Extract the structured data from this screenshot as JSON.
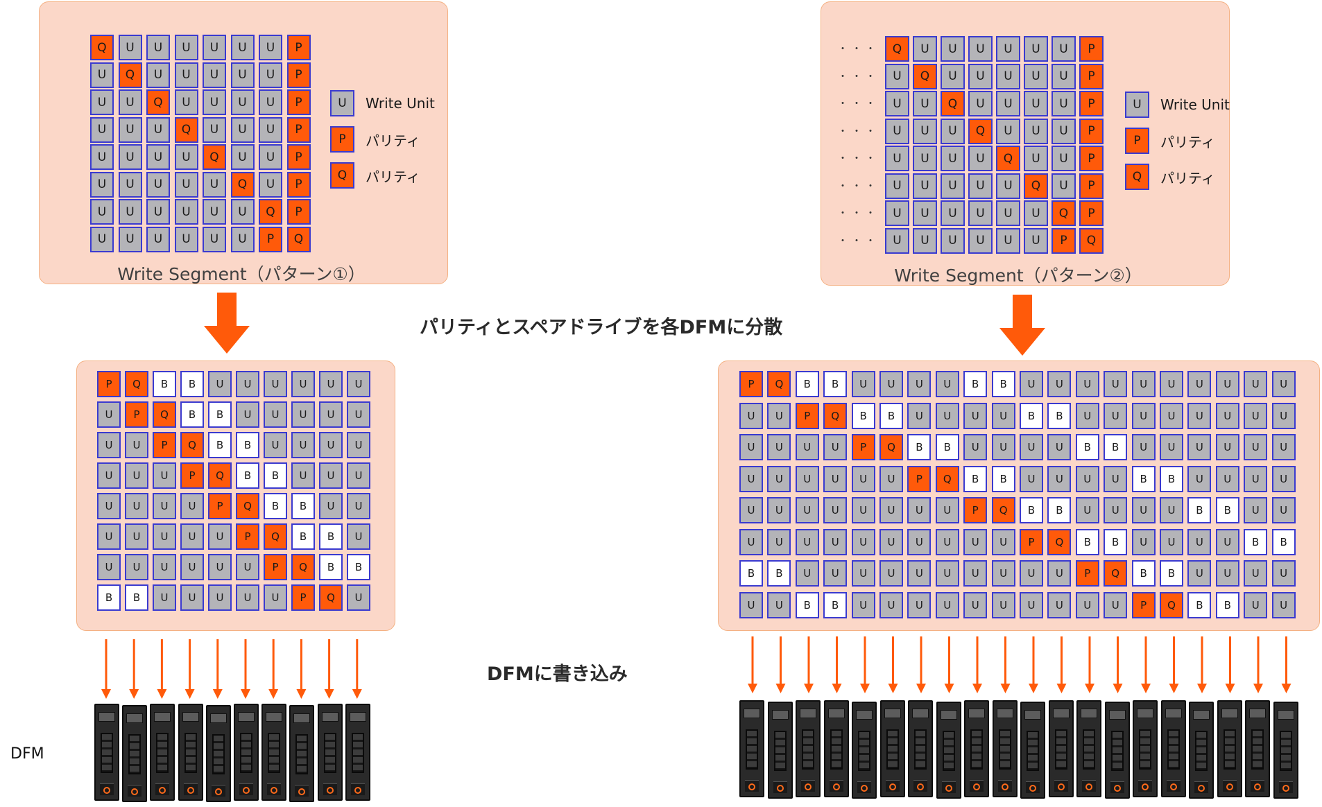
{
  "colors": {
    "panel_fill": "#fbd7c8",
    "panel_border": "#f4b183",
    "data_unit": "#b4b4b8",
    "parity": "#ff5a0a",
    "spare": "#ffffff",
    "cell_border": "#3a3ad0",
    "arrow": "#ff5a0a"
  },
  "legend": [
    {
      "code": "U",
      "label": "Write Unit"
    },
    {
      "code": "P",
      "label": "パリティ"
    },
    {
      "code": "Q",
      "label": "パリティ"
    }
  ],
  "pattern1": {
    "caption": "Write Segment（パターン①）",
    "rows": [
      [
        "Q",
        "U",
        "U",
        "U",
        "U",
        "U",
        "U",
        "P"
      ],
      [
        "U",
        "Q",
        "U",
        "U",
        "U",
        "U",
        "U",
        "P"
      ],
      [
        "U",
        "U",
        "Q",
        "U",
        "U",
        "U",
        "U",
        "P"
      ],
      [
        "U",
        "U",
        "U",
        "Q",
        "U",
        "U",
        "U",
        "P"
      ],
      [
        "U",
        "U",
        "U",
        "U",
        "Q",
        "U",
        "U",
        "P"
      ],
      [
        "U",
        "U",
        "U",
        "U",
        "U",
        "Q",
        "U",
        "P"
      ],
      [
        "U",
        "U",
        "U",
        "U",
        "U",
        "U",
        "Q",
        "P"
      ],
      [
        "U",
        "U",
        "U",
        "U",
        "U",
        "U",
        "P",
        "Q"
      ]
    ]
  },
  "pattern2": {
    "caption": "Write Segment（パターン②）",
    "ellipsis": "・・・",
    "rows": [
      [
        "Q",
        "U",
        "U",
        "U",
        "U",
        "U",
        "U",
        "P"
      ],
      [
        "U",
        "Q",
        "U",
        "U",
        "U",
        "U",
        "U",
        "P"
      ],
      [
        "U",
        "U",
        "Q",
        "U",
        "U",
        "U",
        "U",
        "P"
      ],
      [
        "U",
        "U",
        "U",
        "Q",
        "U",
        "U",
        "U",
        "P"
      ],
      [
        "U",
        "U",
        "U",
        "U",
        "Q",
        "U",
        "U",
        "P"
      ],
      [
        "U",
        "U",
        "U",
        "U",
        "U",
        "Q",
        "U",
        "P"
      ],
      [
        "U",
        "U",
        "U",
        "U",
        "U",
        "U",
        "Q",
        "P"
      ],
      [
        "U",
        "U",
        "U",
        "U",
        "U",
        "U",
        "P",
        "Q"
      ]
    ]
  },
  "heading_distribute": "パリティとスペアドライブを各DFMに分散",
  "heading_write": "DFMに書き込み",
  "dfm_label": "DFM",
  "layout1": {
    "rows": [
      [
        "P",
        "Q",
        "B",
        "B",
        "U",
        "U",
        "U",
        "U",
        "U",
        "U"
      ],
      [
        "U",
        "P",
        "Q",
        "B",
        "B",
        "U",
        "U",
        "U",
        "U",
        "U"
      ],
      [
        "U",
        "U",
        "P",
        "Q",
        "B",
        "B",
        "U",
        "U",
        "U",
        "U"
      ],
      [
        "U",
        "U",
        "U",
        "P",
        "Q",
        "B",
        "B",
        "U",
        "U",
        "U"
      ],
      [
        "U",
        "U",
        "U",
        "U",
        "P",
        "Q",
        "B",
        "B",
        "U",
        "U"
      ],
      [
        "U",
        "U",
        "U",
        "U",
        "U",
        "P",
        "Q",
        "B",
        "B",
        "U"
      ],
      [
        "U",
        "U",
        "U",
        "U",
        "U",
        "U",
        "P",
        "Q",
        "B",
        "B"
      ],
      [
        "B",
        "B",
        "U",
        "U",
        "U",
        "U",
        "U",
        "P",
        "Q",
        "U"
      ]
    ],
    "drive_count": 10
  },
  "layout2": {
    "rows": [
      [
        "P",
        "Q",
        "B",
        "B",
        "U",
        "U",
        "U",
        "U",
        "B",
        "B",
        "U",
        "U",
        "U",
        "U",
        "U",
        "U",
        "U",
        "U",
        "U",
        "U"
      ],
      [
        "U",
        "U",
        "P",
        "Q",
        "B",
        "B",
        "U",
        "U",
        "U",
        "U",
        "B",
        "B",
        "U",
        "U",
        "U",
        "U",
        "U",
        "U",
        "U",
        "U"
      ],
      [
        "U",
        "U",
        "U",
        "U",
        "P",
        "Q",
        "B",
        "B",
        "U",
        "U",
        "U",
        "U",
        "B",
        "B",
        "U",
        "U",
        "U",
        "U",
        "U",
        "U"
      ],
      [
        "U",
        "U",
        "U",
        "U",
        "U",
        "U",
        "P",
        "Q",
        "B",
        "B",
        "U",
        "U",
        "U",
        "U",
        "B",
        "B",
        "U",
        "U",
        "U",
        "U"
      ],
      [
        "U",
        "U",
        "U",
        "U",
        "U",
        "U",
        "U",
        "U",
        "P",
        "Q",
        "B",
        "B",
        "U",
        "U",
        "U",
        "U",
        "B",
        "B",
        "U",
        "U"
      ],
      [
        "U",
        "U",
        "U",
        "U",
        "U",
        "U",
        "U",
        "U",
        "U",
        "U",
        "P",
        "Q",
        "B",
        "B",
        "U",
        "U",
        "U",
        "U",
        "B",
        "B"
      ],
      [
        "B",
        "B",
        "U",
        "U",
        "U",
        "U",
        "U",
        "U",
        "U",
        "U",
        "U",
        "U",
        "P",
        "Q",
        "B",
        "B",
        "U",
        "U",
        "U",
        "U"
      ],
      [
        "U",
        "U",
        "B",
        "B",
        "U",
        "U",
        "U",
        "U",
        "U",
        "U",
        "U",
        "U",
        "U",
        "U",
        "P",
        "Q",
        "B",
        "B",
        "U",
        "U"
      ]
    ],
    "drive_count": 20
  }
}
